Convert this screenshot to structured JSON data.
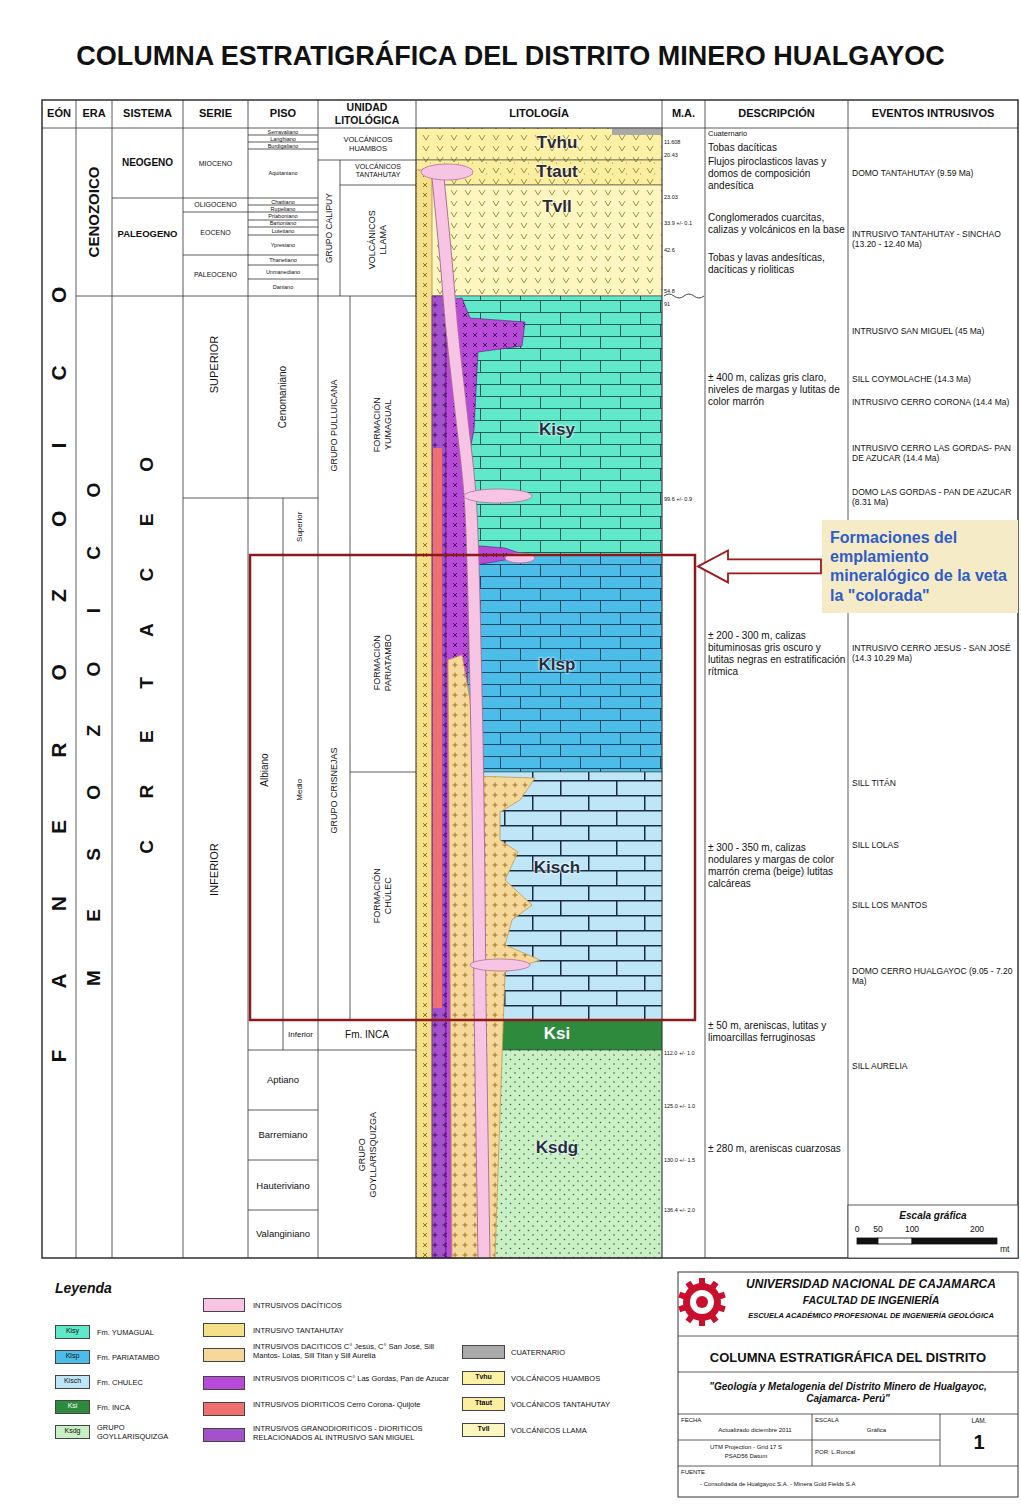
{
  "diagram": {
    "title": "COLUMNA ESTRATIGRÁFICA DEL DISTRITO MINERO HUALGAYOC",
    "nodes": [
      {
        "text": [
          "Tvhu"
        ]
      },
      {
        "text": [
          "Ttaut"
        ]
      },
      {
        "text": [
          "Tvll"
        ]
      },
      {
        "text": [
          "Kisy"
        ]
      },
      {
        "text": [
          "Klsp"
        ]
      },
      {
        "text": [
          "Kisch"
        ]
      },
      {
        "text": [
          "Ksi"
        ]
      },
      {
        "text": [
          "Ksdg"
        ]
      },
      {
        "text": [
          "Formaciones del emplamiento mineralógico de la veta la \"colorada\""
        ]
      }
    ],
    "labels": [
      "EÓN",
      "ERA",
      "SISTEMA",
      "SERIE",
      "PISO",
      "UNIDAD LITOLÓGICA",
      "LITOLOGÍA",
      "M.A.",
      "DESCRIPCIÓN",
      "EVENTOS INTRUSIVOS",
      "FANEROZOICO",
      "CENOZOICO",
      "MESOZOICO",
      "NEOGENO",
      "PALEOGENO",
      "CRETACEO",
      "MIOCENO",
      "OLIGOCENO",
      "EOCENO",
      "PALEOCENO",
      "SUPERIOR",
      "INFERIOR",
      "Serravaliano",
      "Langhiano",
      "Burdigaliano",
      "Aquitaniano",
      "Chattiano",
      "Rupeliano",
      "Priaboniano",
      "Bartoniano",
      "Lutetiano",
      "Ypresiano",
      "Thanetiano",
      "Unmanediano",
      "Daniano",
      "Cenomaniano",
      "Superior",
      "Albiano",
      "Medio",
      "Inferior",
      "Aptiano",
      "Barremiano",
      "Hauteriviano",
      "Valanginiano",
      "VOLCÁNICOS HUAMBOS",
      "GRUPO CALIPUY",
      "VOLCÁNICOS TANTAHUTAY",
      "VOLCÁNICOS LLAMA",
      "GRUPO PULLUICANA",
      "FORMACIÓN YUMAGUAL",
      "GRUPO CRISNEJAS",
      "FORMACIÓN PARIATAMBO",
      "FORMACIÓN CHÚLEC",
      "Fm. INCA",
      "GRUPO GOYLLARISQUIZGA",
      "11.608",
      "20.43",
      "23.03",
      "33.9 +/- 0.1",
      "42.6",
      "54.8",
      "91",
      "99.6 +/- 0.9",
      "112.0 +/- 1.0",
      "125.0 +/- 1.0",
      "130.0 +/- 1.5",
      "136.4 +/- 2.0",
      "Cuaternario",
      "Tobas dacíticas",
      "Flujos piroclasticos lavas y domos de composición andesítica",
      "Conglomerados cuarcitas, calizas y volcánicos en la base",
      "Tobas y lavas andesíticas, dacíticas y rioliticas",
      "± 400 m, calizas gris claro, niveles de margas y lutitas de color marrón",
      "± 200 - 300 m, calizas bituminosas gris oscuro y lutitas negras en estratificación rítmica",
      "± 300 - 350 m, calizas nodulares y margas de color marrón crema (beige) lutitas calcáreas",
      "± 50 m, areniscas, lutitas y limoarcillas ferruginosas",
      "± 280 m, areniscas cuarzosas",
      "DOMO TANTAHUTAY (9.59 Ma)",
      "INTRUSIVO TANTAHUTAY - SINCHAO (13.20 - 12.40 Ma)",
      "INTRUSIVO SAN MIGUEL (45 Ma)",
      "SILL COYMOLACHE (14.3 Ma)",
      "INTRUSIVO CERRO CORONA (14.4 Ma)",
      "INTRUSIVO CERRO LAS GORDAS- PAN DE AZUCAR (14.4 Ma)",
      "DOMO LAS GORDAS - PAN DE AZUCAR (8.31 Ma)",
      "INTRUSIVO CERRO JESUS - SAN JOSÉ (14.3 10.29 Ma)",
      "SILL TITÁN",
      "SILL LOLAS",
      "SILL LOS MANTOS",
      "DOMO CERRO HUALGAYOC (9.05 - 7.20 Ma)",
      "SILL AURELIA",
      "Escala gráfica",
      "0",
      "50",
      "100",
      "200",
      "mt",
      "Leyenda",
      "Kisy",
      "Klsp",
      "Kisch",
      "Ksi",
      "Ksdg",
      "Tvhu",
      "Ttaut",
      "Tvll",
      "UNIVERSIDAD NACIONAL DE CAJAMARCA",
      "FACULTAD DE INGENIERÍA",
      "ESCUELA ACADÉMICO PROFESIONAL DE INGENIERÍA GEOLÓGICA",
      "COLUMNA ESTRATIGRÁFICA DEL DISTRITO",
      "\"Geología y Metalogenia del Distrito Minero de Hualgayoc, Cajamarca- Perú\"",
      "FECHA",
      "Actualizado diciembre 2011",
      "ESCALA",
      "Gráfica",
      "LAM.",
      "1",
      "UTM Projection - Grid 17 S",
      "PSAD56 Datum",
      "POR: L.Roncal",
      "FUENTE",
      "- Consolidada de Hualgayoc S.A. - Minera Gold Fields S.A"
    ],
    "legend": [
      {
        "text": "Fm. YUMAGUAL",
        "color": "#5fe8c9"
      },
      {
        "text": "Fm. PARIATAMBO",
        "color": "#4cbce8"
      },
      {
        "text": "Fm. CHULEC",
        "color": "#bfe6f6"
      },
      {
        "text": "Fm. INCA",
        "color": "#2e8a3c"
      },
      {
        "text": "GRUPO GOYLLARISQUIZGA",
        "color": "#c9efc4"
      },
      {
        "text": "INTRUSIVOS DACÍTICOS",
        "color": "#f8c4e4"
      },
      {
        "text": "INTRUSIVO TANTAHUTAY",
        "color": "#f5e08a"
      },
      {
        "text": "INTRUSIVOS DACITICOS C° Jesús, C° San José, Sill Mantos- Lolas, Sill Titan y Sill Aurelia",
        "color": "#f6d89a"
      },
      {
        "text": "INTRUSIVOS DIORITICOS C° Las Gordas, Pan de Azucar",
        "color": "#b84ad8"
      },
      {
        "text": "INTRUSIVOS DIORITICOS Cerro Corona- Quijote",
        "color": "#ef6f6f"
      },
      {
        "text": "INTRUSIVOS GRANODIORITICOS - DIORITICOS RELACIONADOS AL INTRUSIVO SAN MIGUEL",
        "color": "#a452cc"
      },
      {
        "text": "CUATERNARIO",
        "color": "#a9a9a9"
      },
      {
        "text": "VOLCÁNICOS HUAMBOS",
        "color": "#fdf1a6"
      },
      {
        "text": "VOLCÁNICOS TANTAHUTAY",
        "color": "#fbeea0"
      },
      {
        "text": "VOLCÁNICOS LLAMA",
        "color": "#fdf6c0"
      }
    ]
  }
}
